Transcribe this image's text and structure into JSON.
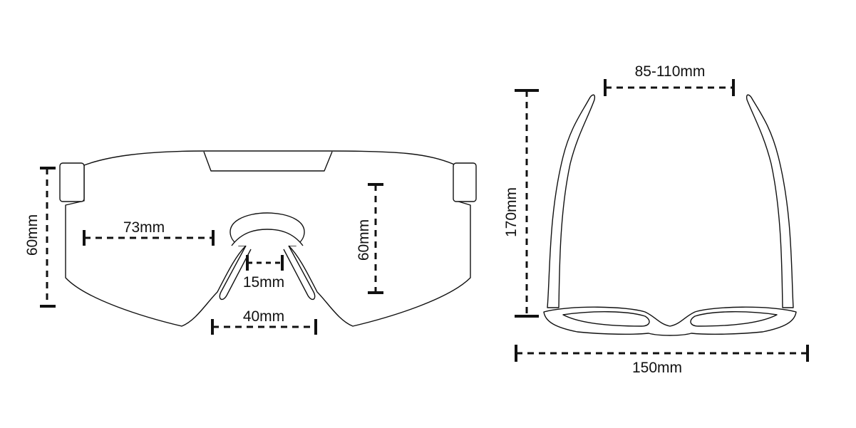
{
  "front_view": {
    "height_left_label": "60mm",
    "lens_width_label": "73mm",
    "nose_bridge_label": "15mm",
    "bridge_width_label": "40mm",
    "lens_height_label": "60mm"
  },
  "top_view": {
    "temple_spacing_label": "85-110mm",
    "temple_length_label": "170mm",
    "frame_width_label": "150mm"
  }
}
